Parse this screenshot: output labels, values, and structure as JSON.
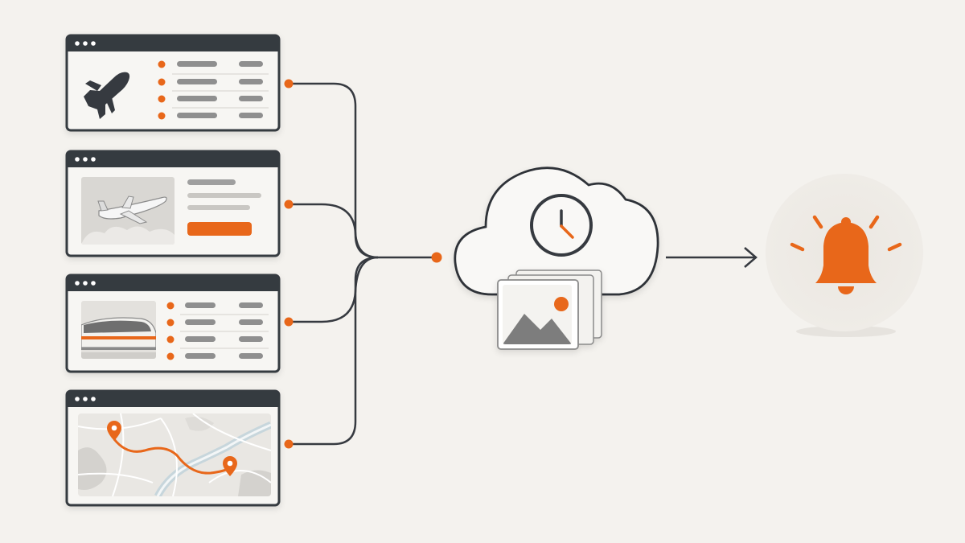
{
  "colors": {
    "background": "#f4f2ee",
    "ink": "#363a40",
    "accent": "#e8671a",
    "panel": "#f7f6f3",
    "line_gray": "#8f8f8f",
    "muted_fill": "#dcdad6",
    "mountain": "#7d7d7d",
    "highlight_bg": "#ece9e3"
  },
  "sources": [
    {
      "kind": "flight-list",
      "icon": "airplane-icon",
      "rows": 4
    },
    {
      "kind": "flight-offer",
      "icon": "airplane-photo-icon",
      "has_button": true
    },
    {
      "kind": "train-list",
      "icon": "train-icon",
      "rows": 4
    },
    {
      "kind": "route-map",
      "icon": "map-route-icon",
      "pins": 2
    }
  ],
  "hub": {
    "icon": "cloud-icon",
    "inner_icons": [
      "clock-icon",
      "image-stack-icon"
    ]
  },
  "output": {
    "icon": "bell-icon"
  }
}
